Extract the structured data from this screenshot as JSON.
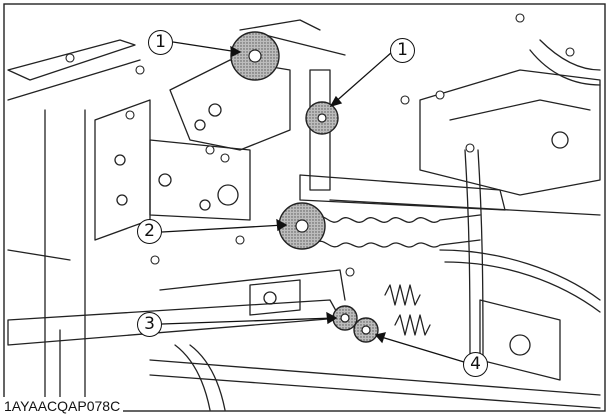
{
  "figure": {
    "code": "1AYAACQAP078C",
    "callouts": [
      {
        "label": "1",
        "part": "bolt"
      },
      {
        "label": "1",
        "part": "bolt"
      },
      {
        "label": "2",
        "part": "bolt"
      },
      {
        "label": "3",
        "part": "bolt"
      },
      {
        "label": "4",
        "part": "bolt"
      }
    ]
  }
}
